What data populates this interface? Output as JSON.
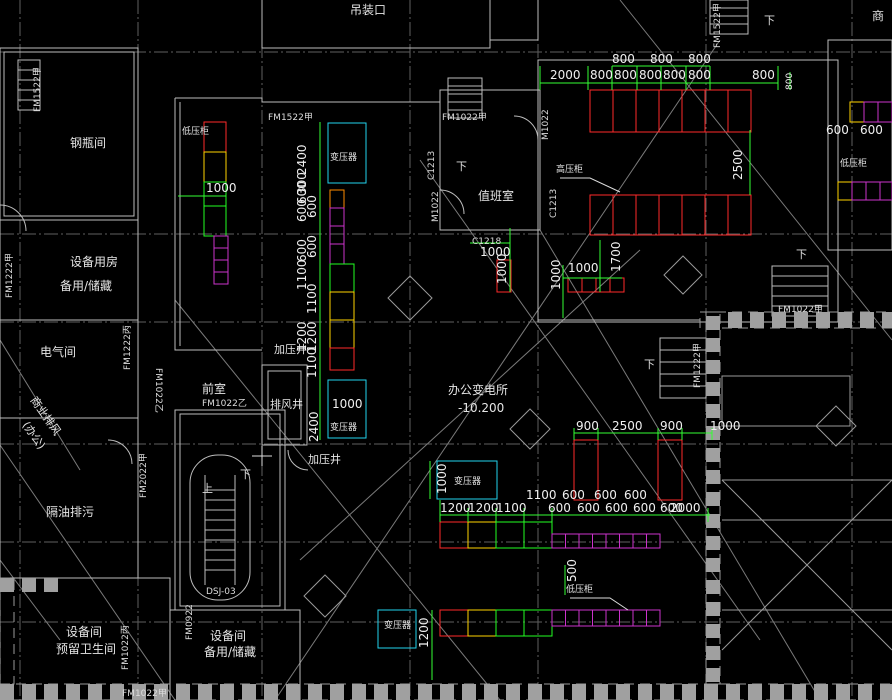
{
  "colors": {
    "background": "#000000",
    "grid": "#6c6c6c",
    "wall": "#bdbdbd",
    "dimension": "#33ff33",
    "hv_cabinet": "#ff2a2a",
    "lv_cabinet": "#cc33cc",
    "transformer": "#22d3ee",
    "yellow": "#ffd400",
    "green": "#22ff22"
  },
  "rooms": {
    "hoist_opening": "吊装口",
    "steel_cylinder_room": "钢瓶间",
    "equipment_room_1": "设备用房",
    "equipment_room_1_sub": "备用/储藏",
    "electrical_room": "电气间",
    "oil_separation": "隔油排污",
    "equipment_room_2": "设备间",
    "equipment_room_2_sub": "预留卫生间",
    "equipment_room_3": "设备间",
    "equipment_room_3_sub": "备用/储藏",
    "duty_room": "值班室",
    "antechamber": "前室",
    "substation": "办公变电所",
    "substation_level": "-10.200",
    "pressurization_shaft_1": "加压井",
    "pressurization_shaft_2": "加压井",
    "exhaust_shaft": "排风井",
    "vertical_left": "商业排风",
    "vertical_left_sub": "(办公)",
    "top_right": "商"
  },
  "equipment": {
    "lv_cabinet_1": "低压柜",
    "lv_cabinet_2": "低压柜",
    "hv_cabinet": "高压柜",
    "lv_cabinet_3": "低压柜",
    "transformer_1": "变压器",
    "transformer_2": "变压器",
    "transformer_3": "变压器",
    "transformer_4": "变压器"
  },
  "doors": {
    "fm1522_left": "FM1522甲",
    "fm1522_mid": "FM1522甲",
    "fm1022_top": "FM1022甲",
    "fm1022_right": "FM1022甲",
    "fm1022_vert": "M1022",
    "fm1022_duty": "M1022",
    "fm1222_left": "FM1222甲",
    "fm1222_bing": "FM1222丙",
    "fm1022_yi": "FM1022乙",
    "fm1022_yi_v": "FM1022乙",
    "fm2022_jia": "FM2022甲",
    "fm1222_jia_v": "FM1222甲",
    "fm1022_bottom": "FM1022甲",
    "fm1022_bing": "FM1022丙",
    "c1213_a": "C1213",
    "c1213_b": "C1213",
    "c1218": "C1218",
    "stair": "DSJ-03",
    "bing_left": "FM1222丙",
    "stair_up": "上",
    "stair_down": "下",
    "down_1": "下",
    "down_2": "下",
    "down_3": "下",
    "down_4": "下",
    "fm1522_right": "FM1522甲",
    "fm1022_stair": "FM1022甲",
    "lr_1222": "FM1222甲",
    "fm0922": "FM0922"
  },
  "dims": {
    "top_2000": "2000",
    "top_800s": [
      "800",
      "800",
      "800",
      "800",
      "800",
      "800"
    ],
    "top_800_above": [
      "800",
      "800",
      "800"
    ],
    "v_800": "800",
    "v_2500": "2500",
    "v_1700": "1700",
    "h_1000_small": "1000",
    "v_1000_small": "1000",
    "h_1000_a": "1000",
    "h_1000_b": "1000",
    "lv1_1000": "1000",
    "v_stack": [
      "2400",
      "300",
      "600",
      "600",
      "600",
      "1100",
      "600",
      "600",
      "1100",
      "1200",
      "1200",
      "1100"
    ],
    "v_2400_bottom": "2400",
    "tr_1000": "1000",
    "row3_top": [
      "900",
      "2500",
      "900",
      "1000"
    ],
    "row4_top": [
      "1100",
      "600",
      "600",
      "600"
    ],
    "row4_bottom": [
      "1200",
      "1200",
      "1100",
      "600",
      "600",
      "600",
      "600",
      "600",
      "2000"
    ],
    "tr3_1000": "1000",
    "v_1200": "1200",
    "v_500": "500",
    "right_600s": [
      "600",
      "600"
    ]
  }
}
